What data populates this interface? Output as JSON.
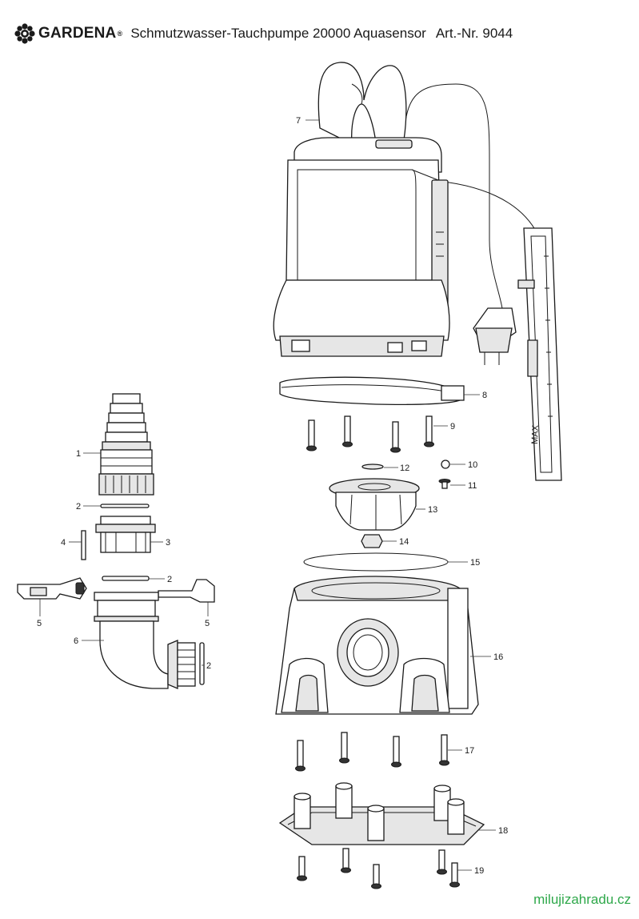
{
  "header": {
    "brand": "GARDENA",
    "brand_mark": "®",
    "title": "Schmutzwasser-Tauchpumpe 20000 Aquasensor",
    "article": "Art.-Nr. 9044"
  },
  "callouts": {
    "p1": "1",
    "p2a": "2",
    "p2b": "2",
    "p2c": "2",
    "p3": "3",
    "p4": "4",
    "p5a": "5",
    "p5b": "5",
    "p6": "6",
    "p7": "7",
    "p8": "8",
    "p9": "9",
    "p10": "10",
    "p11": "11",
    "p12": "12",
    "p13": "13",
    "p14": "14",
    "p15": "15",
    "p16": "16",
    "p17": "17",
    "p18": "18",
    "p19": "19"
  },
  "sensor_marking": "MAX",
  "watermark": "milujizahradu.cz",
  "icons": {
    "logo": "gardena-flower-logo-icon"
  }
}
